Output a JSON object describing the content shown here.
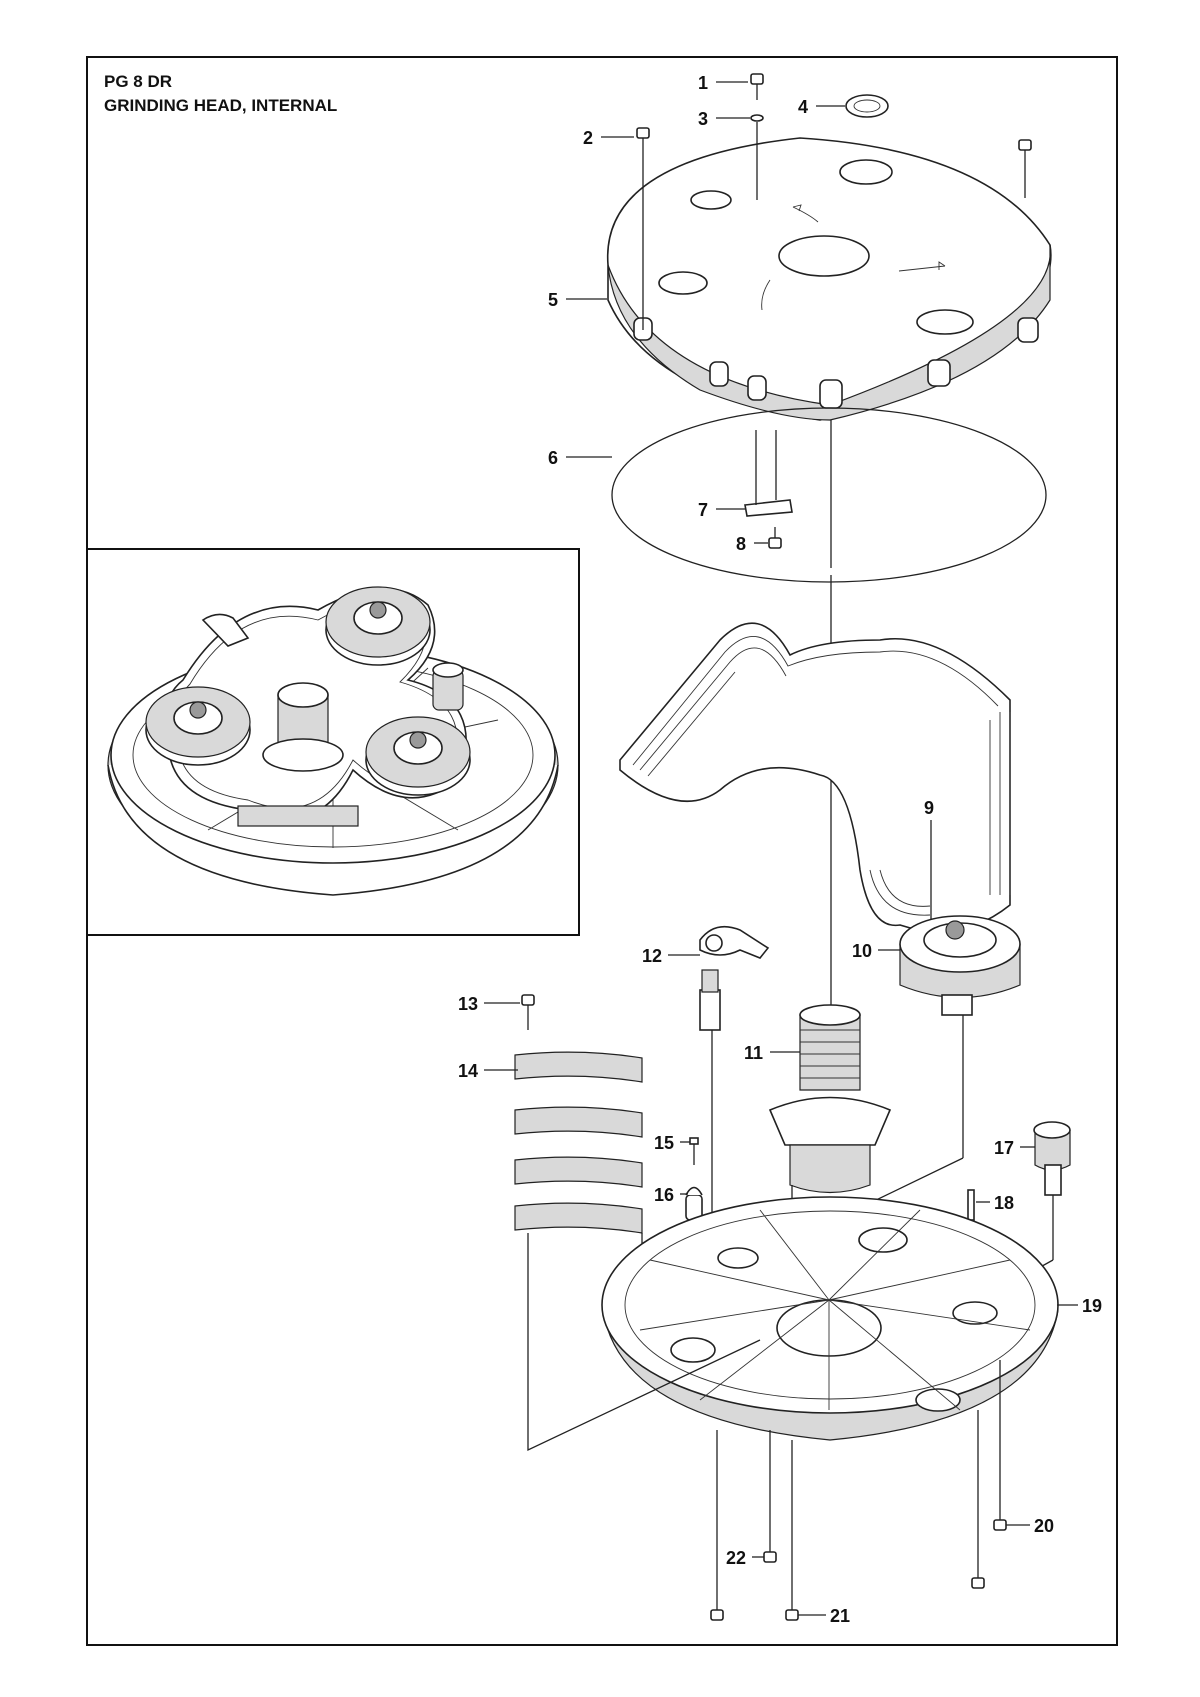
{
  "header": {
    "model": "PG 8 DR",
    "section_title": "GRINDING HEAD, INTERNAL"
  },
  "callouts": [
    {
      "id": "1",
      "label": "1"
    },
    {
      "id": "2",
      "label": "2"
    },
    {
      "id": "3",
      "label": "3"
    },
    {
      "id": "4",
      "label": "4"
    },
    {
      "id": "5",
      "label": "5"
    },
    {
      "id": "6",
      "label": "6"
    },
    {
      "id": "7",
      "label": "7"
    },
    {
      "id": "8",
      "label": "8"
    },
    {
      "id": "9",
      "label": "9"
    },
    {
      "id": "10",
      "label": "10"
    },
    {
      "id": "11",
      "label": "11"
    },
    {
      "id": "12",
      "label": "12"
    },
    {
      "id": "13",
      "label": "13"
    },
    {
      "id": "14",
      "label": "14"
    },
    {
      "id": "15",
      "label": "15"
    },
    {
      "id": "16",
      "label": "16"
    },
    {
      "id": "17",
      "label": "17"
    },
    {
      "id": "18",
      "label": "18"
    },
    {
      "id": "19",
      "label": "19"
    },
    {
      "id": "20",
      "label": "20"
    },
    {
      "id": "21",
      "label": "21"
    },
    {
      "id": "22",
      "label": "22"
    }
  ]
}
